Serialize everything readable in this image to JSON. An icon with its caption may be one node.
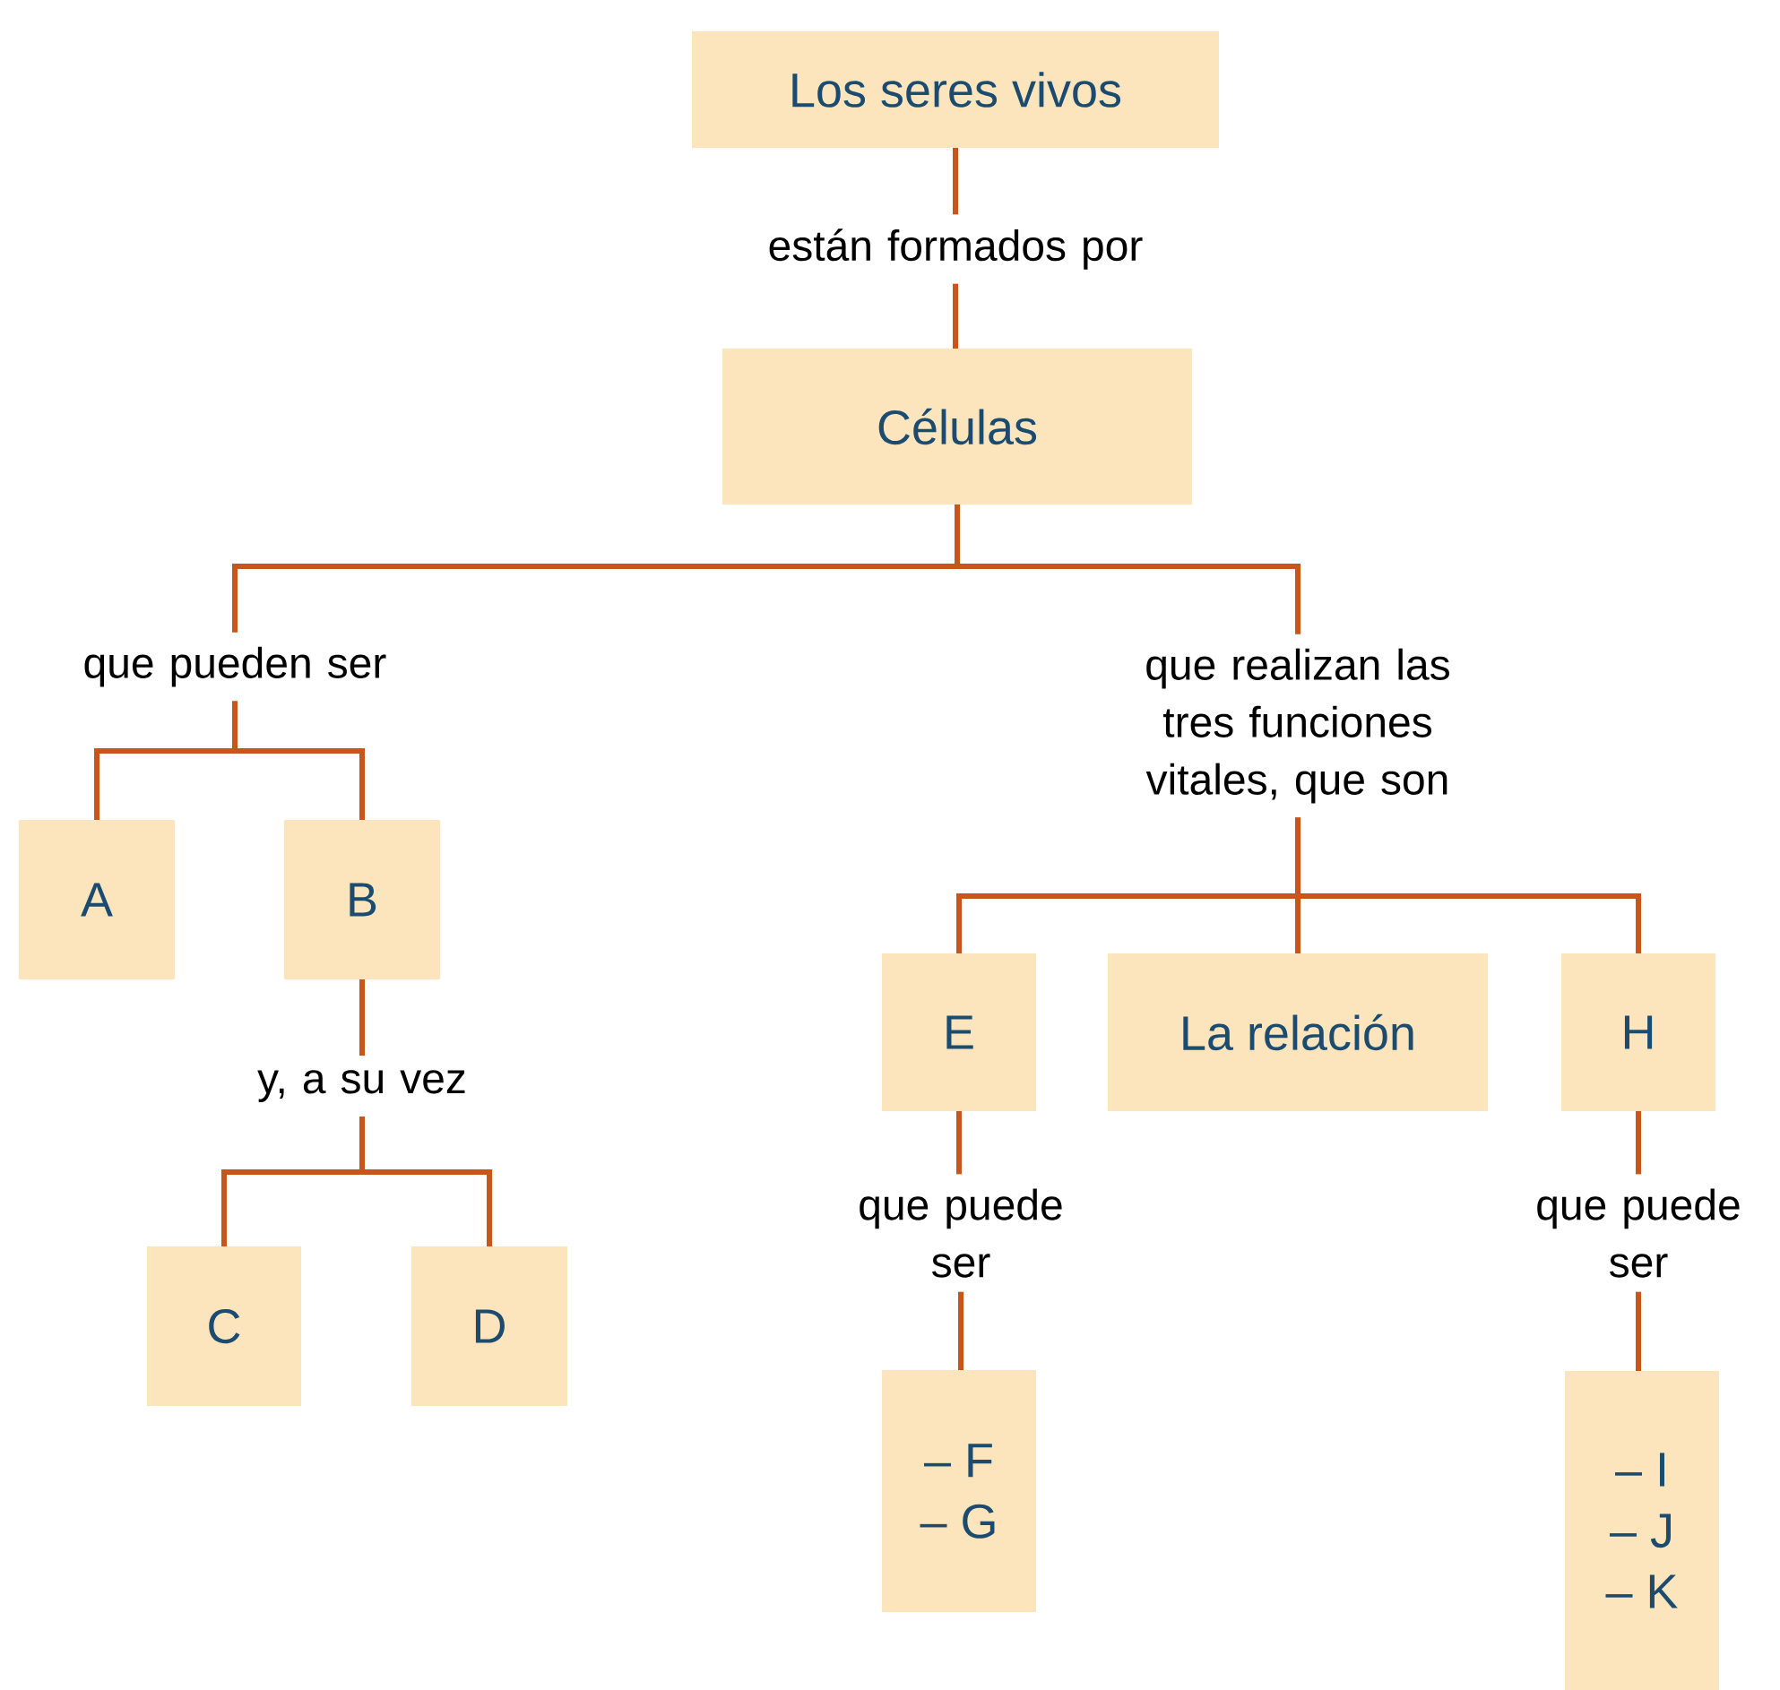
{
  "diagram": {
    "nodes": [
      {
        "text": [
          "Los seres vivos"
        ]
      },
      {
        "text": [
          "están formados por"
        ]
      },
      {
        "text": [
          "Células"
        ]
      },
      {
        "text": [
          "que pueden ser"
        ]
      },
      {
        "text": [
          "que realizan las tres funciones vitales, que son"
        ]
      },
      {
        "text": [
          "A"
        ]
      },
      {
        "text": [
          "B"
        ]
      },
      {
        "text": [
          "y, a su vez"
        ]
      },
      {
        "text": [
          "C"
        ]
      },
      {
        "text": [
          "D"
        ]
      },
      {
        "text": [
          "E"
        ]
      },
      {
        "text": [
          "La relación"
        ]
      },
      {
        "text": [
          "H"
        ]
      },
      {
        "text": [
          "que puede ser"
        ]
      },
      {
        "text": [
          "que puede ser"
        ]
      },
      {
        "text": [
          "– F",
          "– G"
        ]
      },
      {
        "text": [
          "– I",
          "– J",
          "– K"
        ]
      }
    ],
    "edges": [
      {
        "from": 0,
        "to": 1,
        "arrow": "none"
      },
      {
        "from": 1,
        "to": 2,
        "arrow": "none"
      },
      {
        "from": 2,
        "to": 3,
        "arrow": "none"
      },
      {
        "from": 2,
        "to": 4,
        "arrow": "none"
      },
      {
        "from": 3,
        "to": 5,
        "arrow": "none"
      },
      {
        "from": 3,
        "to": 6,
        "arrow": "none"
      },
      {
        "from": 6,
        "to": 7,
        "arrow": "none"
      },
      {
        "from": 7,
        "to": 8,
        "arrow": "none"
      },
      {
        "from": 7,
        "to": 9,
        "arrow": "none"
      },
      {
        "from": 4,
        "to": 10,
        "arrow": "none"
      },
      {
        "from": 4,
        "to": 11,
        "arrow": "none"
      },
      {
        "from": 4,
        "to": 12,
        "arrow": "none"
      },
      {
        "from": 10,
        "to": 13,
        "arrow": "none"
      },
      {
        "from": 12,
        "to": 14,
        "arrow": "none"
      },
      {
        "from": 13,
        "to": 15,
        "arrow": "none"
      },
      {
        "from": 14,
        "to": 16,
        "arrow": "none"
      }
    ]
  }
}
